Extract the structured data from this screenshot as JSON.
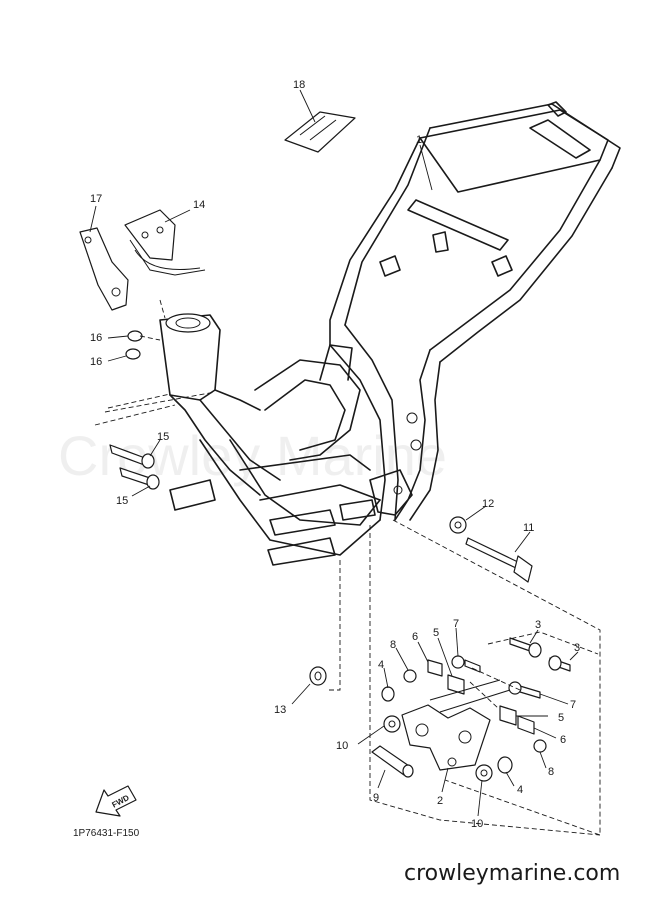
{
  "watermark": "Crowley Marine",
  "diagram_code": "1P76431-F150",
  "website": "crowleymarine.com",
  "fwd_label": "FWD",
  "callouts": {
    "n1": "1",
    "n2": "2",
    "n3a": "3",
    "n3b": "3",
    "n4a": "4",
    "n4b": "4",
    "n5a": "5",
    "n5b": "5",
    "n6a": "6",
    "n6b": "6",
    "n7a": "7",
    "n7b": "7",
    "n8a": "8",
    "n8b": "8",
    "n9": "9",
    "n10a": "10",
    "n10b": "10",
    "n11": "11",
    "n12": "12",
    "n13": "13",
    "n14": "14",
    "n15a": "15",
    "n15b": "15",
    "n16a": "16",
    "n16b": "16",
    "n17": "17",
    "n18": "18"
  }
}
